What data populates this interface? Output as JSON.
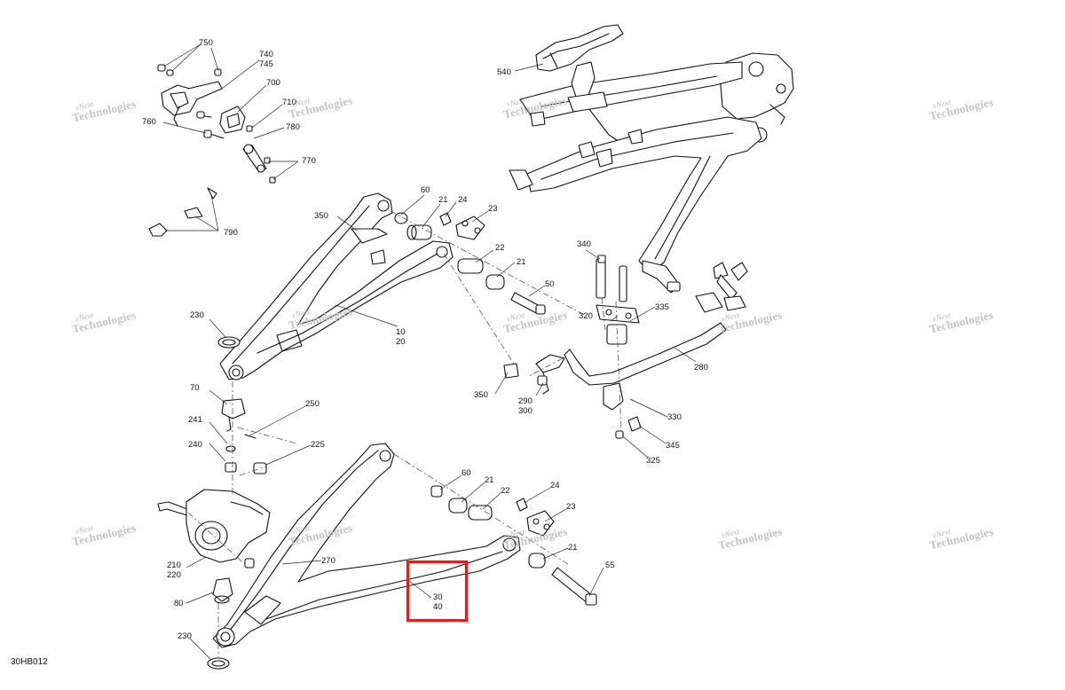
{
  "diagram": {
    "code": "30HB012",
    "highlight_color": "#d8221e",
    "watermark": {
      "line1": "vNext",
      "line2": "Technologies"
    },
    "callouts": [
      {
        "id": "c750",
        "text": "750"
      },
      {
        "id": "c740",
        "text": "740"
      },
      {
        "id": "c745",
        "text": "745"
      },
      {
        "id": "c700",
        "text": "700"
      },
      {
        "id": "c710",
        "text": "710"
      },
      {
        "id": "c760",
        "text": "760"
      },
      {
        "id": "c780",
        "text": "780"
      },
      {
        "id": "c770",
        "text": "770"
      },
      {
        "id": "c790",
        "text": "790"
      },
      {
        "id": "c540",
        "text": "540"
      },
      {
        "id": "c60a",
        "text": "60"
      },
      {
        "id": "c21a",
        "text": "21"
      },
      {
        "id": "c24a",
        "text": "24"
      },
      {
        "id": "c23a",
        "text": "23"
      },
      {
        "id": "c350a",
        "text": "350"
      },
      {
        "id": "c22a",
        "text": "22"
      },
      {
        "id": "c21b",
        "text": "21"
      },
      {
        "id": "c50",
        "text": "50"
      },
      {
        "id": "c340",
        "text": "340"
      },
      {
        "id": "c320",
        "text": "320"
      },
      {
        "id": "c335",
        "text": "335"
      },
      {
        "id": "c10",
        "text": "10"
      },
      {
        "id": "c20",
        "text": "20"
      },
      {
        "id": "c230a",
        "text": "230"
      },
      {
        "id": "c280",
        "text": "280"
      },
      {
        "id": "c70",
        "text": "70"
      },
      {
        "id": "c350b",
        "text": "350"
      },
      {
        "id": "c290",
        "text": "290"
      },
      {
        "id": "c300",
        "text": "300"
      },
      {
        "id": "c330",
        "text": "330"
      },
      {
        "id": "c241",
        "text": "241"
      },
      {
        "id": "c250",
        "text": "250"
      },
      {
        "id": "c345",
        "text": "345"
      },
      {
        "id": "c240",
        "text": "240"
      },
      {
        "id": "c225",
        "text": "225"
      },
      {
        "id": "c325",
        "text": "325"
      },
      {
        "id": "c60b",
        "text": "60"
      },
      {
        "id": "c21c",
        "text": "21"
      },
      {
        "id": "c22b",
        "text": "22"
      },
      {
        "id": "c24b",
        "text": "24"
      },
      {
        "id": "c23b",
        "text": "23"
      },
      {
        "id": "c21d",
        "text": "21"
      },
      {
        "id": "c55",
        "text": "55"
      },
      {
        "id": "c270",
        "text": "270"
      },
      {
        "id": "c210",
        "text": "210"
      },
      {
        "id": "c220",
        "text": "220"
      },
      {
        "id": "c80",
        "text": "80"
      },
      {
        "id": "c30",
        "text": "30"
      },
      {
        "id": "c40",
        "text": "40"
      },
      {
        "id": "c230b",
        "text": "230"
      }
    ]
  }
}
